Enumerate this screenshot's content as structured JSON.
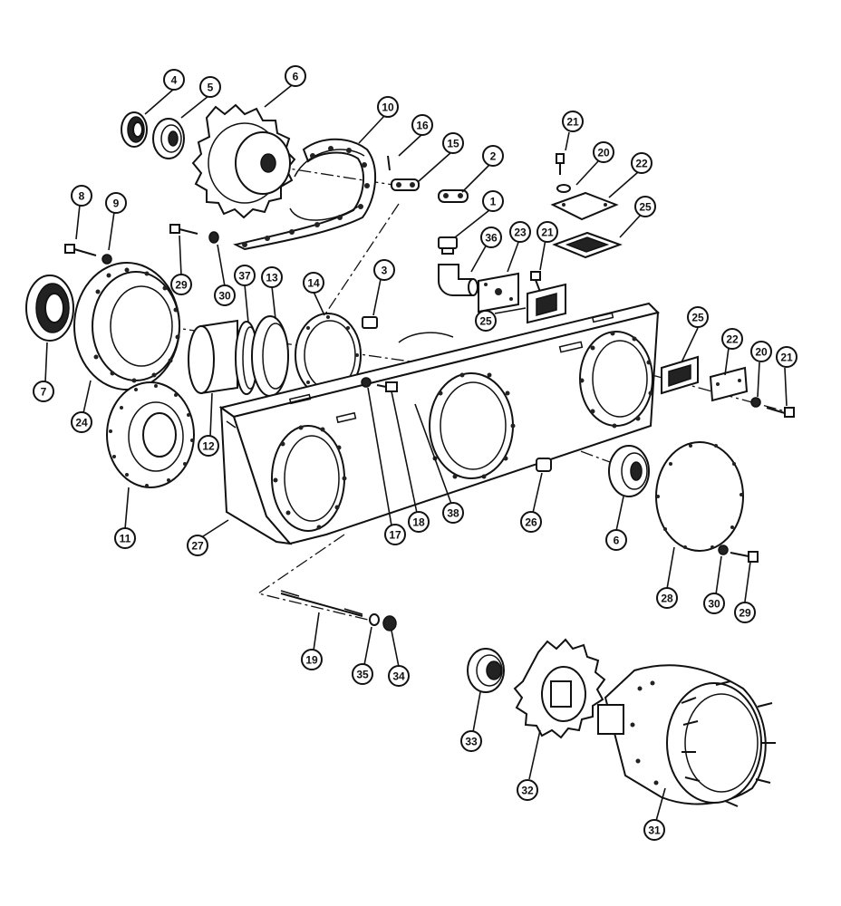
{
  "callouts": [
    {
      "id": "c4",
      "label": "4"
    },
    {
      "id": "c5",
      "label": "5"
    },
    {
      "id": "c6a",
      "label": "6"
    },
    {
      "id": "c10",
      "label": "10"
    },
    {
      "id": "c16",
      "label": "16"
    },
    {
      "id": "c15",
      "label": "15"
    },
    {
      "id": "c2",
      "label": "2"
    },
    {
      "id": "c21a",
      "label": "21"
    },
    {
      "id": "c20a",
      "label": "20"
    },
    {
      "id": "c22a",
      "label": "22"
    },
    {
      "id": "c8",
      "label": "8"
    },
    {
      "id": "c9",
      "label": "9"
    },
    {
      "id": "c1",
      "label": "1"
    },
    {
      "id": "c36",
      "label": "36"
    },
    {
      "id": "c23",
      "label": "23"
    },
    {
      "id": "c21b",
      "label": "21"
    },
    {
      "id": "c25a",
      "label": "25"
    },
    {
      "id": "c29a",
      "label": "29"
    },
    {
      "id": "c30a",
      "label": "30"
    },
    {
      "id": "c37",
      "label": "37"
    },
    {
      "id": "c13",
      "label": "13"
    },
    {
      "id": "c14",
      "label": "14"
    },
    {
      "id": "c3",
      "label": "3"
    },
    {
      "id": "c25b",
      "label": "25"
    },
    {
      "id": "c25c",
      "label": "25"
    },
    {
      "id": "c22b",
      "label": "22"
    },
    {
      "id": "c20b",
      "label": "20"
    },
    {
      "id": "c21c",
      "label": "21"
    },
    {
      "id": "c7",
      "label": "7"
    },
    {
      "id": "c24",
      "label": "24"
    },
    {
      "id": "c12",
      "label": "12"
    },
    {
      "id": "c11",
      "label": "11"
    },
    {
      "id": "c27",
      "label": "27"
    },
    {
      "id": "c17",
      "label": "17"
    },
    {
      "id": "c18",
      "label": "18"
    },
    {
      "id": "c38",
      "label": "38"
    },
    {
      "id": "c26",
      "label": "26"
    },
    {
      "id": "c6b",
      "label": "6"
    },
    {
      "id": "c28",
      "label": "28"
    },
    {
      "id": "c30b",
      "label": "30"
    },
    {
      "id": "c29b",
      "label": "29"
    },
    {
      "id": "c19",
      "label": "19"
    },
    {
      "id": "c35",
      "label": "35"
    },
    {
      "id": "c34",
      "label": "34"
    },
    {
      "id": "c33",
      "label": "33"
    },
    {
      "id": "c32",
      "label": "32"
    },
    {
      "id": "c31",
      "label": "31"
    }
  ]
}
